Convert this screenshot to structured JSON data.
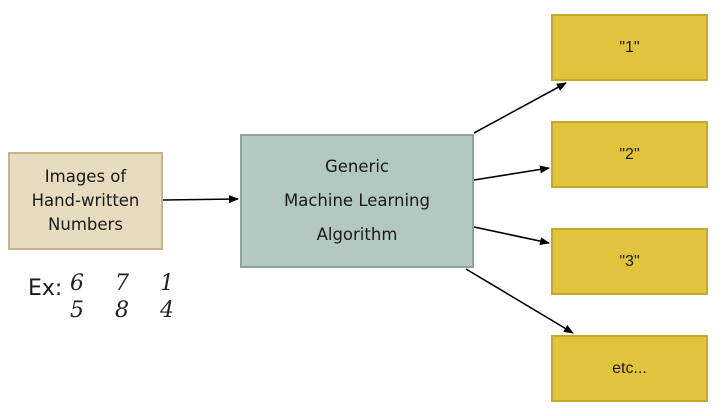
{
  "input": {
    "lines": [
      "Images of",
      "Hand-written",
      "Numbers"
    ]
  },
  "algorithm": {
    "lines": [
      "Generic",
      "Machine Learning",
      "Algorithm"
    ]
  },
  "example": {
    "label": "Ex:",
    "row1": "6 7 1",
    "row2": "5 8 4"
  },
  "outputs": [
    "\"1\"",
    "\"2\"",
    "\"3\"",
    "etc..."
  ],
  "colors": {
    "input_fill": "#e8dcc0",
    "algo_fill": "#b3c8c1",
    "output_fill": "#e2c43c",
    "arrow": "#000000"
  }
}
